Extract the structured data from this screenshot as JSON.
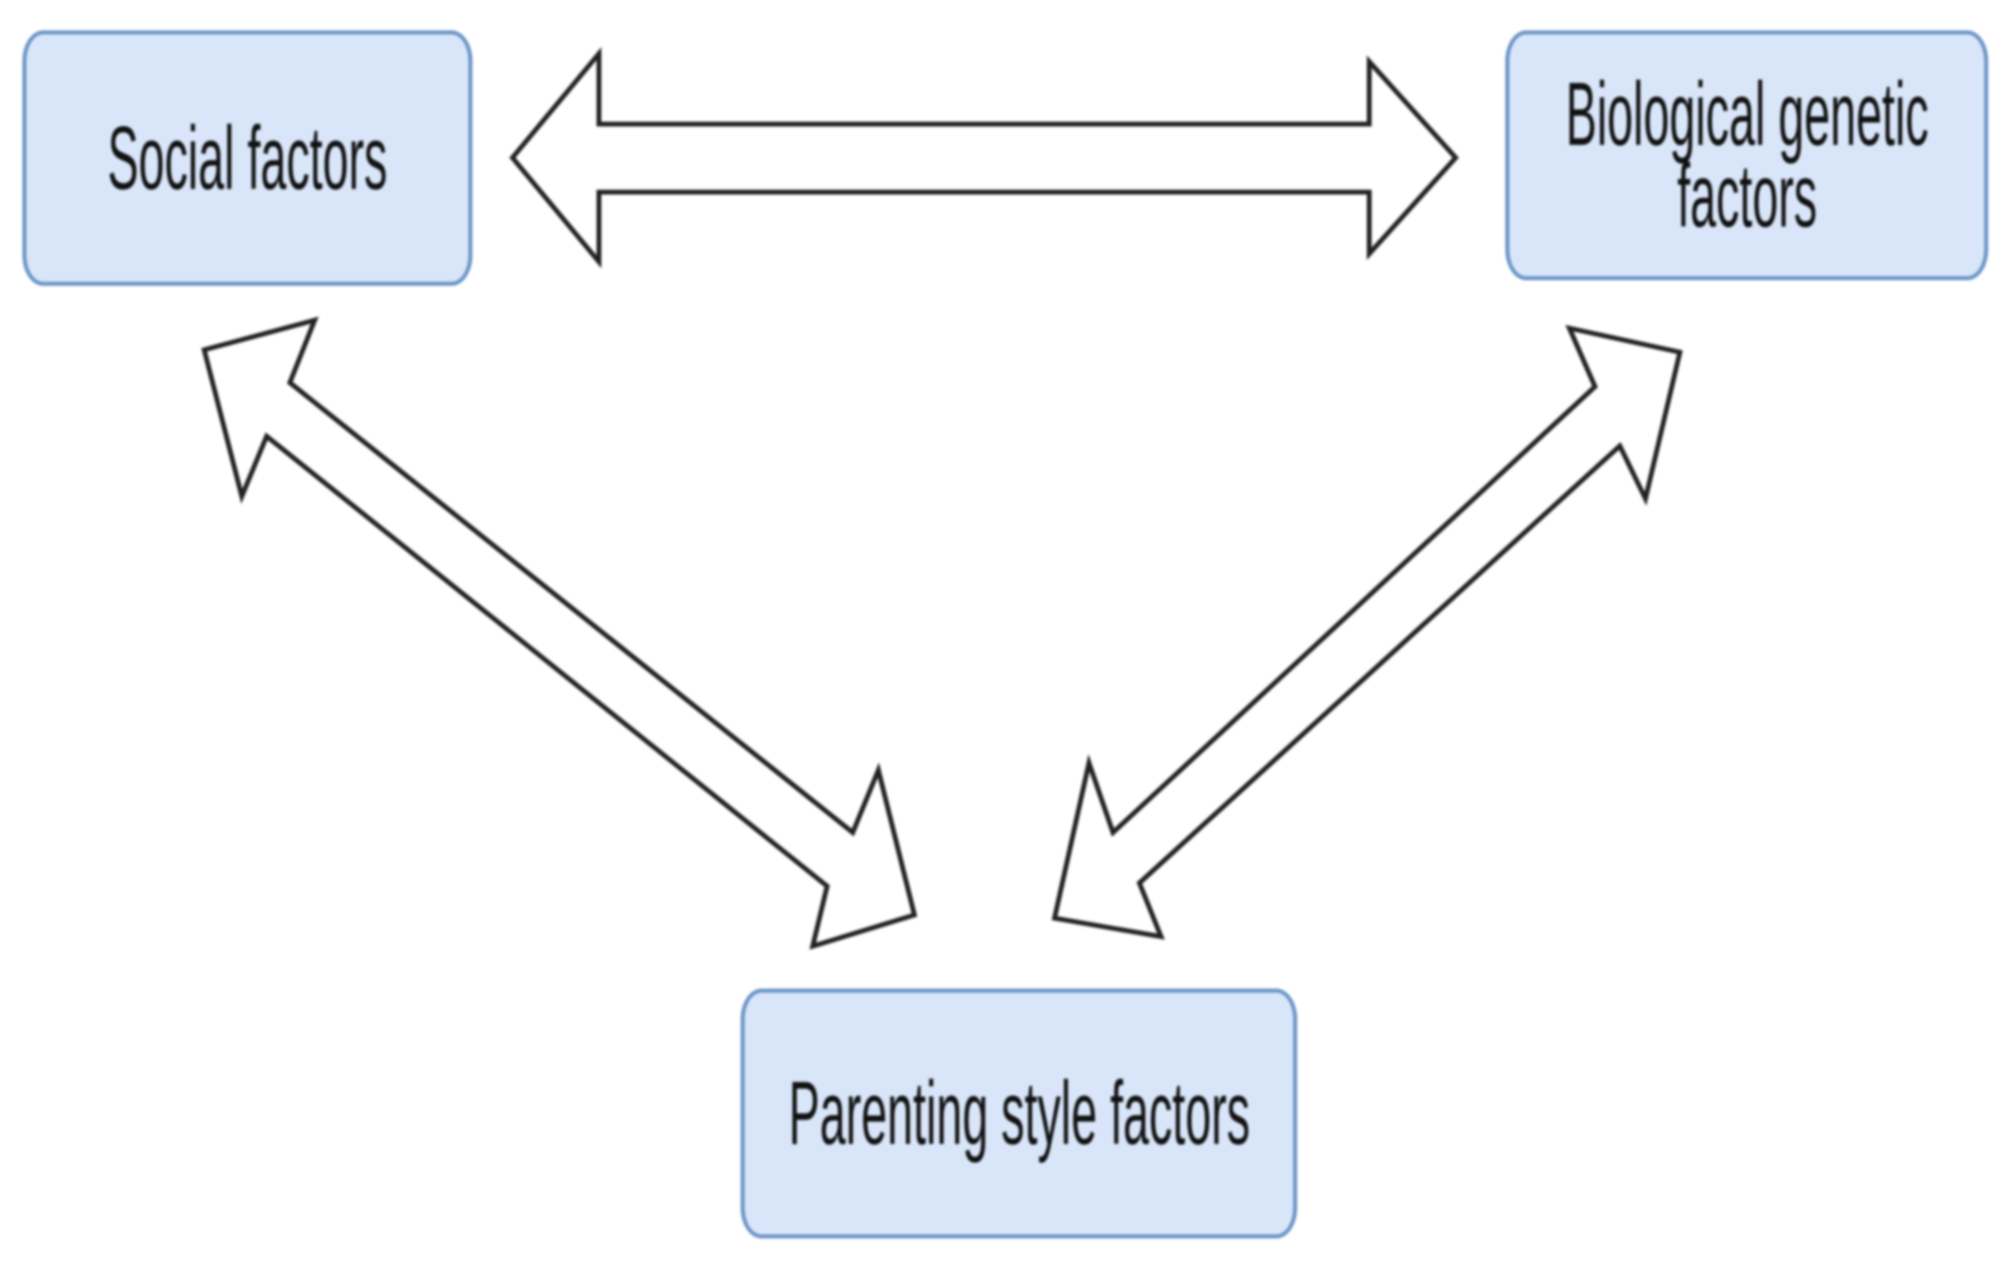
{
  "page": {
    "background": "#ffffff"
  },
  "diagram": {
    "nodes": [
      {
        "id": "social",
        "label": "Social factors"
      },
      {
        "id": "biological",
        "label": "Biological genetic factors"
      },
      {
        "id": "parenting",
        "label": "Parenting style factors"
      }
    ],
    "edges": [
      {
        "from": "social",
        "to": "biological",
        "direction": "bidirectional",
        "style": "hollow-double-arrow"
      },
      {
        "from": "social",
        "to": "parenting",
        "direction": "bidirectional",
        "style": "hollow-double-arrow"
      },
      {
        "from": "biological",
        "to": "parenting",
        "direction": "bidirectional",
        "style": "hollow-double-arrow"
      }
    ],
    "colors": {
      "page_background": "#ffffff",
      "node_fill": "#d9e6f9",
      "node_border": "#6a94c6",
      "arrow_fill": "#ffffff",
      "arrow_outline": "#222222",
      "text": "#111111"
    }
  }
}
